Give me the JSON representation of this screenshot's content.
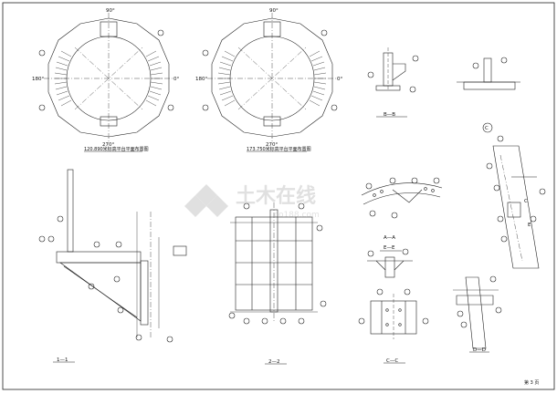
{
  "sheet": {
    "number_label": "第 3 页"
  },
  "plans": [
    {
      "id": "plan-left",
      "title": "120.890米标高平台平面布置图",
      "angle_top": "90°",
      "angle_left": "180°",
      "angle_right": "0°",
      "angle_bottom": "270°"
    },
    {
      "id": "plan-right",
      "title": "173.750米标高平台平面布置图",
      "angle_top": "90°",
      "angle_left": "180°",
      "angle_right": "0°",
      "angle_bottom": "270°"
    }
  ],
  "sections": {
    "b_b": "B—B",
    "c": "C",
    "one_one": "1—1",
    "two_two": "2—2",
    "a_a": "A—A",
    "e_e": "E—E",
    "c_c": "C—C",
    "d_d": "D—D",
    "ce_label": "C",
    "ce_label2": "E"
  },
  "watermark": {
    "cn": "土木在线",
    "en": "co188.com"
  }
}
